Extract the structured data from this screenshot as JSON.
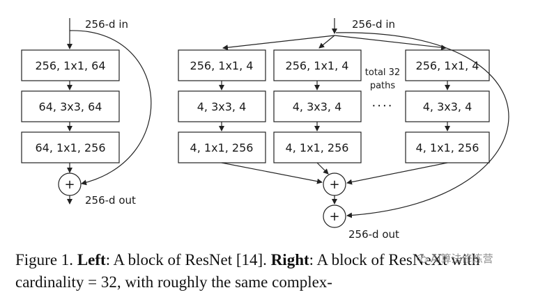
{
  "left_block": {
    "input_label": "256-d in",
    "output_label": "256-d out",
    "layers": [
      "256, 1x1, 64",
      "64, 3x3, 64",
      "64, 1x1, 256"
    ],
    "add_symbol": "+"
  },
  "right_block": {
    "input_label": "256-d in",
    "output_label": "256-d out",
    "paths": [
      [
        "256, 1x1, 4",
        "4, 3x3, 4",
        "4, 1x1, 256"
      ],
      [
        "256, 1x1, 4",
        "4, 3x3, 4",
        "4, 1x1, 256"
      ],
      [
        "256, 1x1, 4",
        "4, 3x3, 4",
        "4, 1x1, 256"
      ]
    ],
    "paths_note_line1": "total 32",
    "paths_note_line2": "paths",
    "ellipsis": "····",
    "add_symbol": "+"
  },
  "caption": {
    "figure": "Figure 1.",
    "left_title": "Left",
    "left_text": ": A block of ResNet [14].",
    "right_title": "Right",
    "right_text": ": A block of ResNeXt with cardinality = 32, with roughly the same complex-"
  },
  "watermark": {
    "text": "AI算法修炼营",
    "icon": "wechat-icon"
  }
}
